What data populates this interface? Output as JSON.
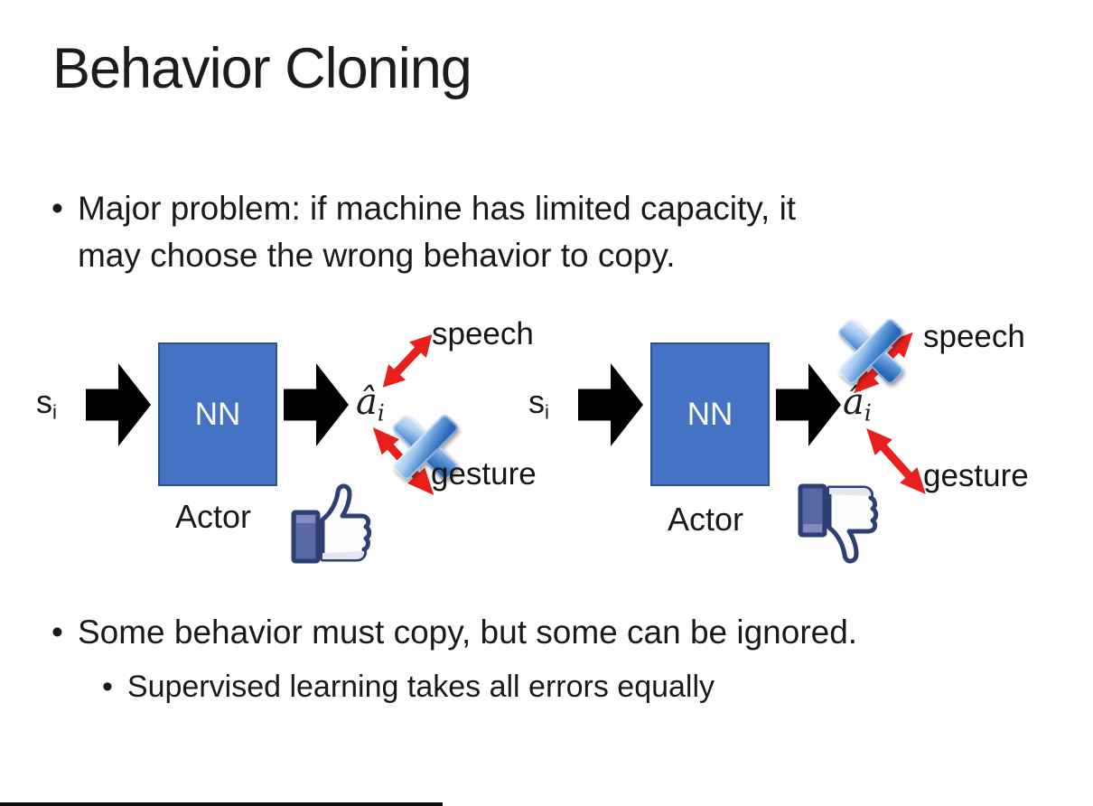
{
  "slide": {
    "title": "Behavior Cloning",
    "bullet1": {
      "marker": "•",
      "lines": [
        "Major problem: if machine has limited capacity, it",
        "may choose the wrong behavior to copy."
      ]
    },
    "bullet2": {
      "marker": "•",
      "text": "Some behavior must copy, but some can be ignored."
    },
    "sub_bullet": {
      "marker": "•",
      "text": "Supervised learning takes all errors equally"
    },
    "colors": {
      "background": "#ffffff",
      "text": "#1a1a1a",
      "nn_box_fill": "#4472c4",
      "nn_box_border": "#2f528f",
      "block_arrow": "#000000",
      "red_arrow": "#e8201d",
      "cross_blue": "#3a7cc7",
      "thumb_outline": "#2d3f73",
      "thumb_cuff": "#5a67a5",
      "thumb_fill": "#fcfcfc"
    }
  },
  "diagram_left": {
    "s_base": "s",
    "s_sub": "i",
    "nn_label": "NN",
    "a_hat_base": "â",
    "a_hat_sub": "i",
    "speech_label": "speech",
    "gesture_label": "gesture",
    "actor_label": "Actor",
    "crossed_out": "gesture",
    "feedback_icon": "thumbs-up"
  },
  "diagram_right": {
    "s_base": "s",
    "s_sub": "i",
    "nn_label": "NN",
    "a_hat_base": "â",
    "a_hat_sub": "i",
    "speech_label": "speech",
    "gesture_label": "gesture",
    "actor_label": "Actor",
    "crossed_out": "speech",
    "feedback_icon": "thumbs-down"
  }
}
